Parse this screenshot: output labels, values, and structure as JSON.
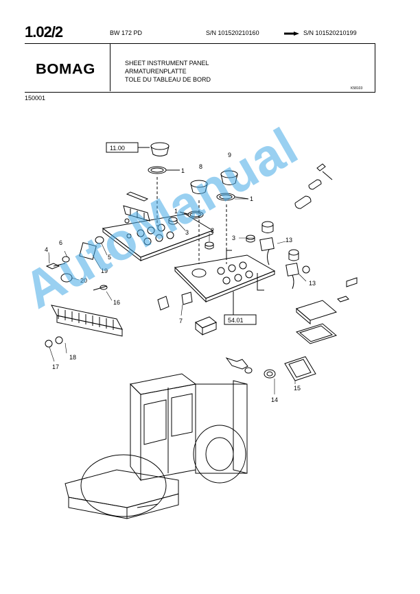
{
  "header": {
    "page_number": "1.02/2",
    "model": "BW 172 PD",
    "serial_from": "S/N 101520210160",
    "serial_to": "S/N 101520210199"
  },
  "title_block": {
    "logo": "BOMAG",
    "title_en": "SHEET INSTRUMENT PANEL",
    "title_de": "ARMATURENPLATTE",
    "title_fr": "TOLE DU TABLEAU DE BORD",
    "drawing_ref": "K58103"
  },
  "doc_number": "150001",
  "diagram": {
    "ref_boxes": [
      "11.00",
      "54.01"
    ],
    "callouts": [
      "1",
      "1",
      "1",
      "2",
      "3",
      "3",
      "4",
      "5",
      "6",
      "7",
      "8",
      "9",
      "13",
      "13",
      "14",
      "15",
      "16",
      "17",
      "18",
      "19",
      "20"
    ]
  },
  "watermark": "AutoManual"
}
